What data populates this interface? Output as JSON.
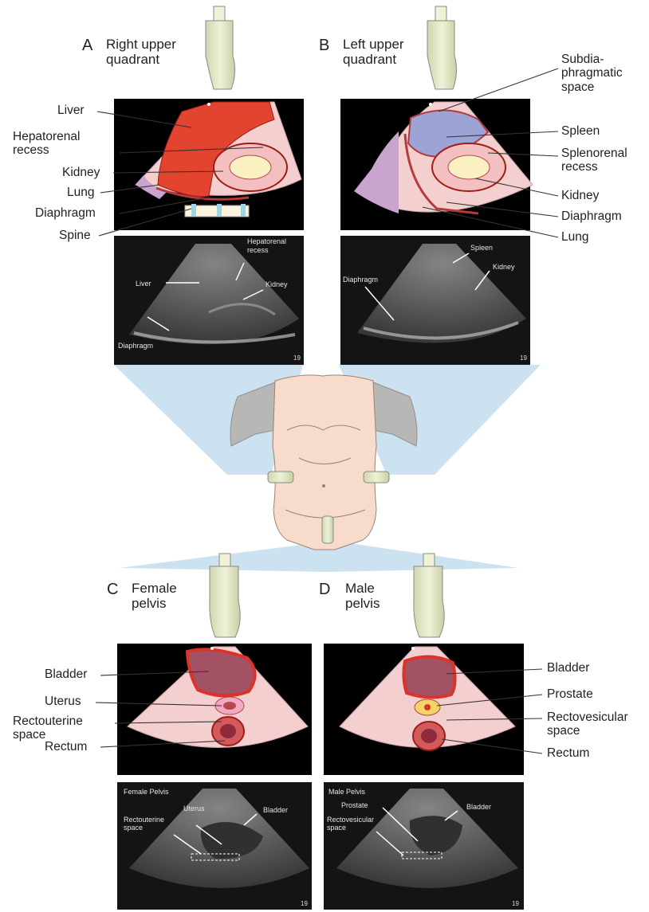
{
  "panels": {
    "A": {
      "letter": "A",
      "title": "Right upper\nquadrant",
      "labels": {
        "liver": "Liver",
        "hepatorenal": "Hepatorenal\nrecess",
        "kidney": "Kidney",
        "lung": "Lung",
        "diaphragm": "Diaphragm",
        "spine": "Spine"
      },
      "us": {
        "hepatorenal": "Hepatorenal\nrecess",
        "liver": "Liver",
        "kidney": "Kidney",
        "diaphragm": "Diaphragm"
      }
    },
    "B": {
      "letter": "B",
      "title": "Left upper\nquadrant",
      "labels": {
        "subdia": "Subdia-\nphragmatic\nspace",
        "spleen": "Spleen",
        "splenorenal": "Splenorenal\nrecess",
        "kidney": "Kidney",
        "diaphragm": "Diaphragm",
        "lung": "Lung"
      },
      "us": {
        "spleen": "Spleen",
        "kidney": "Kidney",
        "diaphragm": "Diaphragm"
      }
    },
    "C": {
      "letter": "C",
      "title": "Female\npelvis",
      "labels": {
        "bladder": "Bladder",
        "uterus": "Uterus",
        "rectouterine": "Rectouterine\nspace",
        "rectum": "Rectum"
      },
      "us": {
        "title": "Female Pelvis",
        "uterus": "Uterus",
        "bladder": "Bladder",
        "rectouterine": "Rectouterine\nspace"
      }
    },
    "D": {
      "letter": "D",
      "title": "Male\npelvis",
      "labels": {
        "bladder": "Bladder",
        "prostate": "Prostate",
        "rectovesicular": "Rectovesicular\nspace",
        "rectum": "Rectum"
      },
      "us": {
        "title": "Male Pelvis",
        "prostate": "Prostate",
        "bladder": "Bladder",
        "rectovesicular": "Rectovesicular\nspace"
      }
    }
  },
  "scale_marks": [
    "19",
    "19",
    "19",
    "19"
  ]
}
